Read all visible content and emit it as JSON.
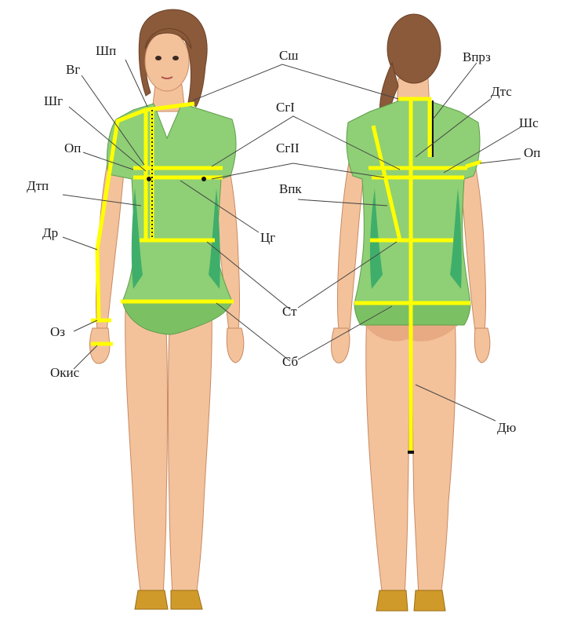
{
  "labels": {
    "shp": "Шп",
    "vg": "Вг",
    "shg": "Шг",
    "op_front": "Оп",
    "dtp": "Дтп",
    "dr": "Др",
    "oz": "Оз",
    "okis": "Окис",
    "ssh": "Сш",
    "sg1": "СгI",
    "sg2": "СгII",
    "vpk": "Впк",
    "tsg": "Цг",
    "st": "Ст",
    "sb": "Сб",
    "vprz": "Впрз",
    "dts": "Дтс",
    "shs": "Шс",
    "op_back": "Оп",
    "dyu": "Дю"
  },
  "colors": {
    "measurement": "#ffff00",
    "shirt": "#8fcf76",
    "skin": "#f3c29b",
    "hair": "#8a5a3a"
  }
}
